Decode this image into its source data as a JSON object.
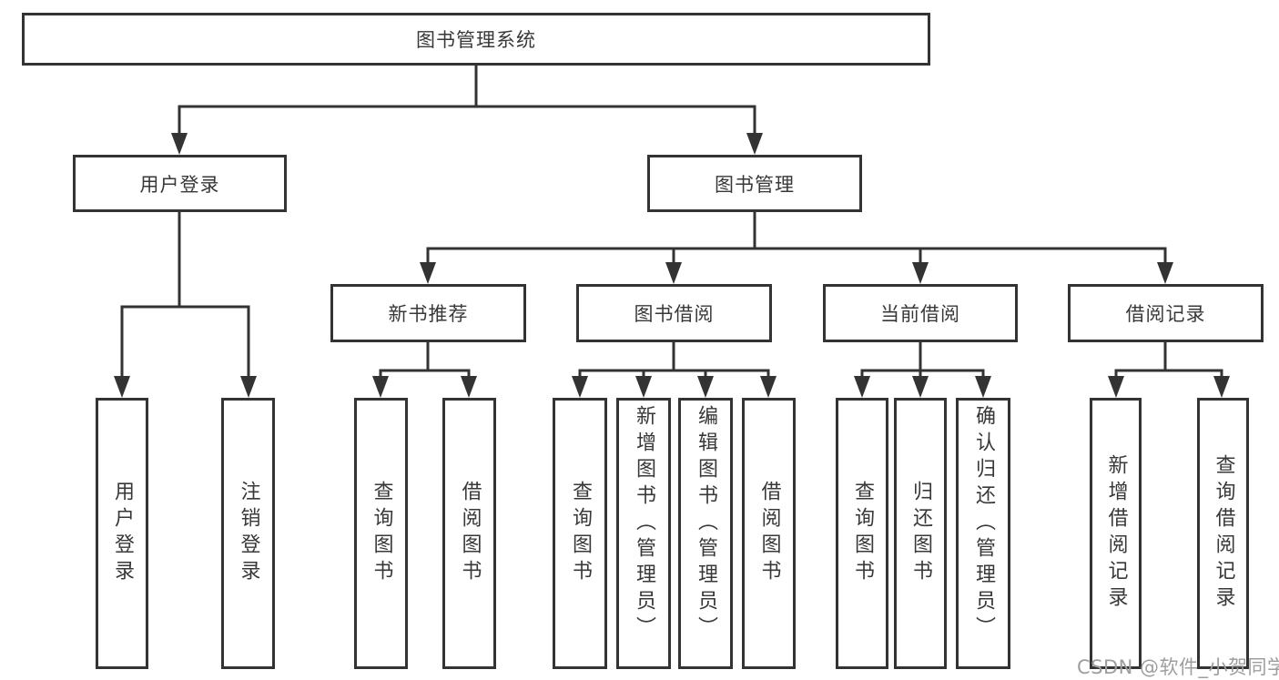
{
  "nodes": {
    "root": "图书管理系统",
    "user_login": "用户登录",
    "book_management": "图书管理",
    "new_book_recommend": "新书推荐",
    "book_borrowing": "图书借阅",
    "current_borrowing": "当前借阅",
    "borrowing_records": "借阅记录",
    "leaf_user_login": "用户登录",
    "leaf_logout": "注销登录",
    "leaf_newbook_query": "查询图书",
    "leaf_newbook_borrow": "借阅图书",
    "leaf_borrow_query": "查询图书",
    "leaf_borrow_add": "新增图书（管理员）",
    "leaf_borrow_edit": "编辑图书（管理员）",
    "leaf_borrow_do": "借阅图书",
    "leaf_current_query": "查询图书",
    "leaf_current_return": "归还图书",
    "leaf_current_confirm": "确认归还（管理员）",
    "leaf_records_add": "新增借阅记录",
    "leaf_records_query": "查询借阅记录"
  },
  "watermark": "CSDN @软件_小贺同学",
  "colors": {
    "line": "#333333",
    "text": "#383838",
    "watermark": "#9e9e9e",
    "background": "#ffffff"
  }
}
